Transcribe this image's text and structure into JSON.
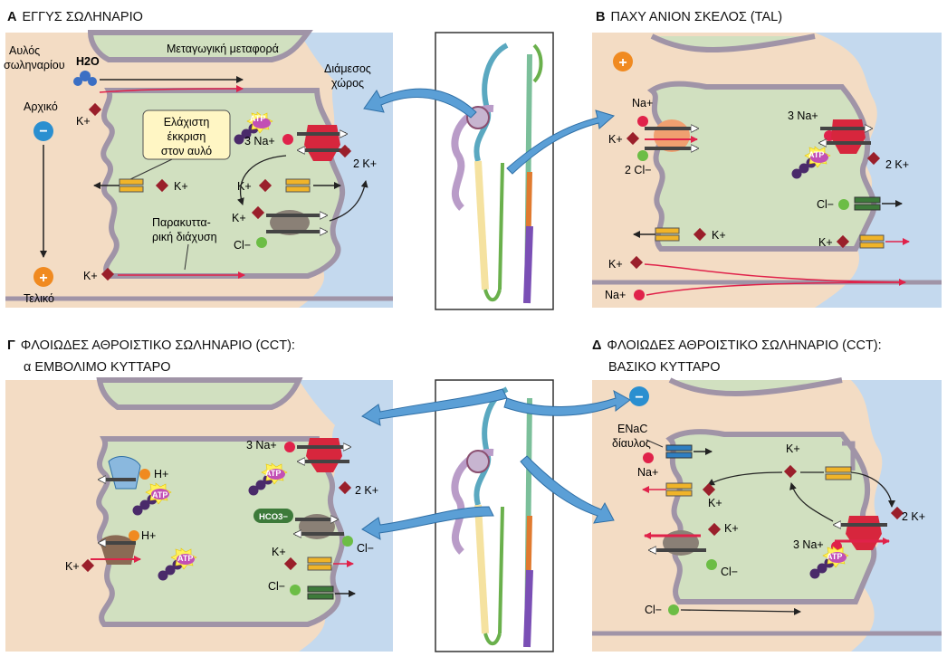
{
  "colors": {
    "lumen": "#f3dcc4",
    "cell": "#d1e0c0",
    "interstitium": "#c4d9ee",
    "membrane": "#a094a7",
    "ion_red": "#e0224a",
    "ion_green": "#6cbd45",
    "ion_diamond": "#9a1f2b",
    "pump_red": "#d7263d",
    "channel_orange": "#f0b429",
    "channel_green": "#3d7a3a",
    "channel_blue": "#2f7fc1",
    "transporter_grey": "#8a8076",
    "atp_purple": "#c24fb5"
  },
  "titles": {
    "a": {
      "letter": "Α",
      "text": "ΕΓΓΥΣ ΣΩΛΗΝΑΡΙΟ"
    },
    "b": {
      "letter": "Β",
      "text": "ΠΑΧΥ ΑΝΙΟΝ ΣΚΕΛΟΣ (TAL)"
    },
    "c": {
      "letter": "Γ",
      "text": "ΦΛΟΙΩΔΕΣ ΑΘΡΟΙΣΤΙΚΟ ΣΩΛΗΝΑΡΙΟ (CCT):",
      "line2": "α ΕΜΒΟΛΙΜΟ ΚΥΤΤΑΡΟ"
    },
    "d": {
      "letter": "Δ",
      "text": "ΦΛΟΙΩΔΕΣ ΑΘΡΟΙΣΤΙΚΟ ΣΩΛΗΝΑΡΙΟ (CCT):",
      "line2": "ΒΑΣΙΚΟ ΚΥΤΤΑΡΟ"
    }
  },
  "panel_a": {
    "lumen_label_1": "Αυλός",
    "lumen_label_2": "σωληναρίου",
    "water": "H2O",
    "solvent_drag": "Μεταγωγική μεταφορά",
    "interstitium_1": "Διάμεσος",
    "interstitium_2": "χώρος",
    "initial": "Αρχικό",
    "final": "Τελικό",
    "minus": "−",
    "plus": "+",
    "k_lumen_top": "K+",
    "callout_1": "Ελάχιστη",
    "callout_2": "έκκριση",
    "callout_3": "στον αυλό",
    "k_channel_lumen": "K+",
    "na3": "3 Na+",
    "k2": "2 K+",
    "k_channel_baso": "K+",
    "k_cotrans": "K+",
    "cl_cotrans": "Cl−",
    "para_1": "Παρακυττα-",
    "para_2": "ρική διάχυση",
    "k_para": "K+",
    "atp": "ATP"
  },
  "panel_b": {
    "plus": "+",
    "na": "Na+",
    "k": "K+",
    "cl2": "2 Cl−",
    "na3": "3 Na+",
    "k2": "2 K+",
    "atp": "ATP",
    "cl_channel": "Cl−",
    "k_channel_lumen": "K+",
    "k_channel_baso": "K+",
    "k_para": "K+",
    "na_para": "Na+"
  },
  "panel_c": {
    "h_pump": "H+",
    "h_exch": "H+",
    "k_exch": "K+",
    "atp_1": "ATP",
    "atp_2": "ATP",
    "atp_3": "ATP",
    "na3": "3 Na+",
    "k2": "2 K+",
    "hco3": "HCO3−",
    "cl_exch": "Cl−",
    "k_channel": "K+",
    "cl_channel": "Cl−"
  },
  "panel_d": {
    "minus": "−",
    "enac_1": "ENaC",
    "enac_2": "δίαυλος",
    "na": "Na+",
    "k_top": "K+",
    "k_lumen_ch": "K+",
    "k2": "2 K+",
    "k_cotrans": "K+",
    "na3": "3 Na+",
    "cl_cotrans": "Cl−",
    "cl_para": "Cl−",
    "atp": "ATP"
  }
}
